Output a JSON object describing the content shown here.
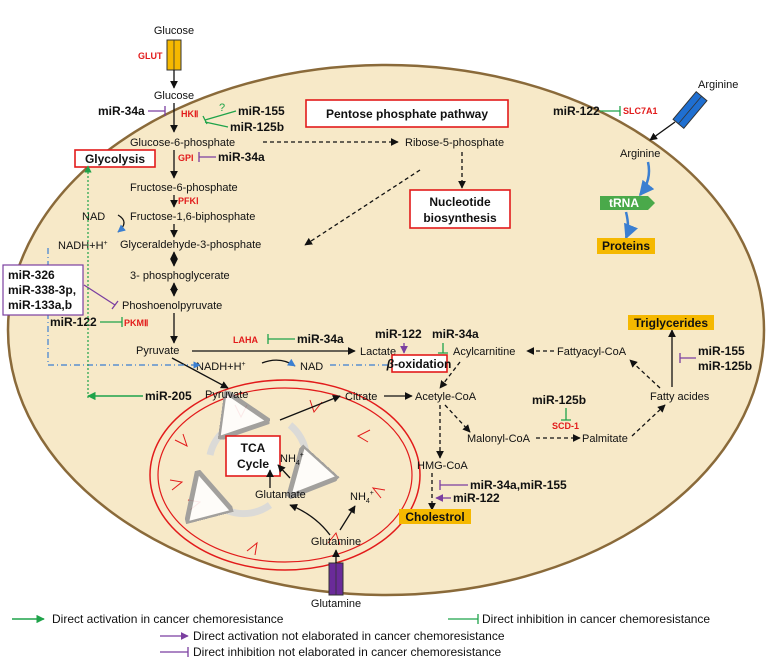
{
  "colors": {
    "cell_fill": "#f7e9c8",
    "cell_stroke": "#8a6a3a",
    "direct_activation": "#1fa34a",
    "direct_inhibition": "#1fa34a",
    "not_elaborated_activation": "#7b3fa0",
    "not_elaborated_inhibition": "#7b3fa0",
    "enzyme_label": "#e21b1b",
    "highlight_box": "#f5b800",
    "glut_transporter": "#f5b800",
    "arginine_transporter": "#1f6fd1",
    "glutamine_transporter": "#6a2b99"
  },
  "metabolites": {
    "glucose_out": "Glucose",
    "glucose_in": "Glucose",
    "g6p": "Glucose-6-phosphate",
    "f6p": "Fructose-6-phosphate",
    "f16bp": "Fructose-1,6-biphosphate",
    "g3p": "Glyceraldehyde-3-phosphate",
    "pg3": "3- phosphoglycerate",
    "pep": "Phoshoenolpyruvate",
    "pyruvate": "Pyruvate",
    "lactate": "Lactate",
    "pyruvate_mito": "Pyruvate",
    "r5p": "Ribose-5-phosphate",
    "nad": "NAD",
    "nadh": "NADH+H",
    "nadh_sup": "+",
    "nadh2": "NADH+H",
    "nadh2_sup": "+",
    "nad2": "NAD",
    "citrate": "Citrate",
    "acetyl_coa": "Acetyle-CoA",
    "malonyl_coa": "Malonyl-CoA",
    "palmitate": "Palmitate",
    "hmg_coa": "HMG-CoA",
    "acylcarnitine": "Acylcarnitine",
    "fattyacyl_coa": "Fattyacyl-CoA",
    "fatty_acides": "Fatty acides",
    "glutamate": "Glutamate",
    "glutamine_in": "Glutamine",
    "glutamine_out": "Glutamine",
    "nh4_a": "NH",
    "nh4_a_sub": "4",
    "nh4_a_sup": "+",
    "nh4_b": "NH",
    "nh4_b_sub": "4",
    "nh4_b_sup": "+",
    "arginine_out": "Arginine",
    "arginine_in": "Arginine"
  },
  "enzymes": {
    "glut": "GLUT",
    "hk2": "HKⅡ",
    "gpi": "GPI",
    "pfk1": "PFKⅠ",
    "pkm2": "PKMⅡ",
    "laha": "LAHA",
    "scd1": "SCD-1",
    "slc7a1": "SLC7A1"
  },
  "mirnas": {
    "mir34a_hk": "miR-34a",
    "mir155_hk": "miR-155",
    "mir125b_hk": "miR-125b",
    "hk_question": "?",
    "mir34a_gpi": "miR-34a",
    "mir_group_1": "miR-326",
    "mir_group_2": "miR-338-3p,",
    "mir_group_3": "miR-133a,b",
    "mir122_pkm": "miR-122",
    "mir34a_laha": "miR-34a",
    "mir205": "miR-205",
    "mir122_box": "miR-122",
    "mir34a_box": "miR-34a",
    "mir125b_scd": "miR-125b",
    "mir155_fa": "miR-155",
    "mir125b_fa": "miR-125b",
    "mir34a_mir155_hmg": "miR-34a,miR-155",
    "mir122_hmg": "miR-122",
    "mir122_slc": "miR-122"
  },
  "boxes": {
    "pentose": "Pentose phosphate pathway",
    "glycolysis": "Glycolysis",
    "nucleotide_1": "Nucleotide",
    "nucleotide_2": "biosynthesis",
    "beta_greek": "β",
    "beta_rest": "-oxidation",
    "tca_1": "TCA",
    "tca_2": "Cycle",
    "trna": "tRNA",
    "proteins": "Proteins",
    "triglycerides": "Triglycerides",
    "cholestrol": "Cholestrol"
  },
  "legend": [
    {
      "label": "Direct activation in cancer chemoresistance",
      "kind": "activation",
      "color": "#1fa34a"
    },
    {
      "label": "Direct inhibition in cancer chemoresistance",
      "kind": "inhibition",
      "color": "#1fa34a"
    },
    {
      "label": "Direct activation not elaborated in cancer chemoresistance",
      "kind": "activation",
      "color": "#7b3fa0"
    },
    {
      "label": "Direct inhibition not elaborated in cancer chemoresistance",
      "kind": "inhibition",
      "color": "#7b3fa0"
    }
  ]
}
